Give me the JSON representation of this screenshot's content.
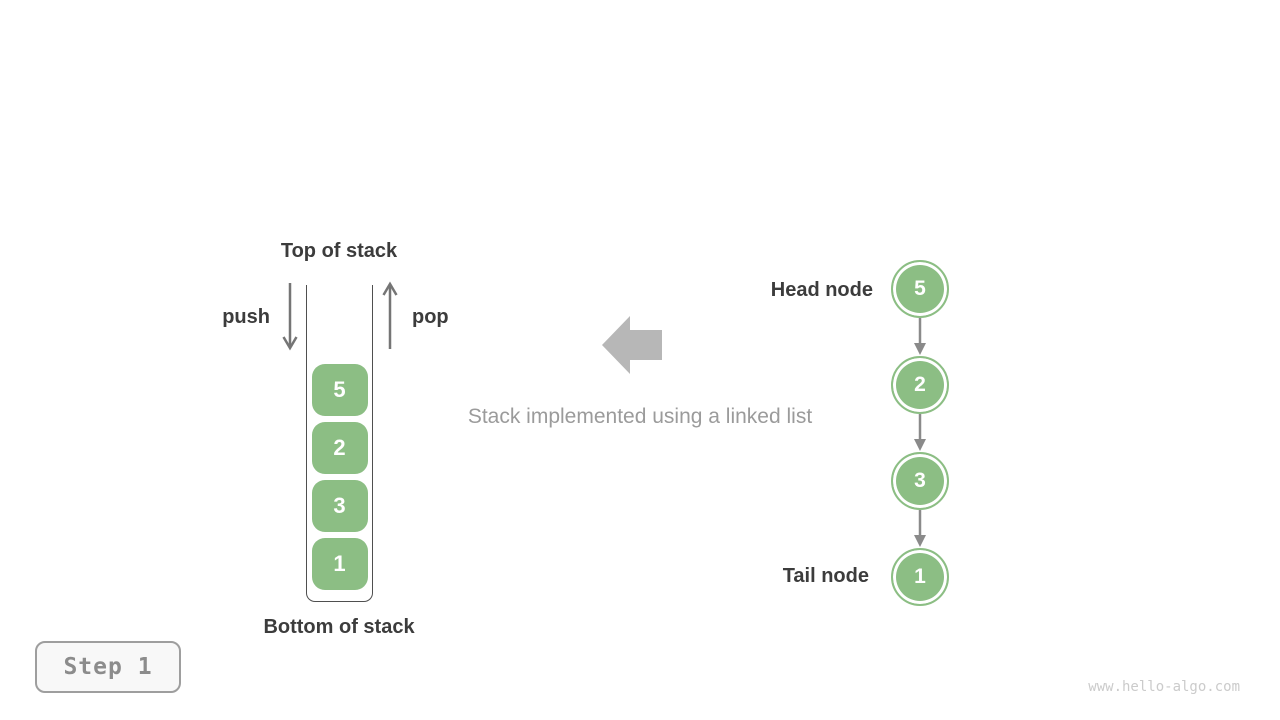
{
  "stack": {
    "top_label": "Top of stack",
    "bottom_label": "Bottom of stack",
    "push_label": "push",
    "pop_label": "pop",
    "items_top_to_bottom": [
      "5",
      "2",
      "3",
      "1"
    ]
  },
  "caption": {
    "text": "Stack implemented using a linked list"
  },
  "linked_list": {
    "head_label": "Head node",
    "tail_label": "Tail node",
    "nodes_head_to_tail": [
      "5",
      "2",
      "3",
      "1"
    ]
  },
  "step": {
    "label": "Step 1"
  },
  "watermark": {
    "text": "www.hello-algo.com"
  },
  "colors": {
    "node_green": "#8cbe84",
    "dark_text": "#3c3c3c",
    "gray_text": "#9b9b9b",
    "arrow_gray": "#757575",
    "connector_gray": "#8a8a8a",
    "block_arrow_gray": "#b7b7b7",
    "container_outline": "#4f4f4f",
    "step_text": "#8c8c8c",
    "watermark_gray": "#cbcbcb"
  }
}
